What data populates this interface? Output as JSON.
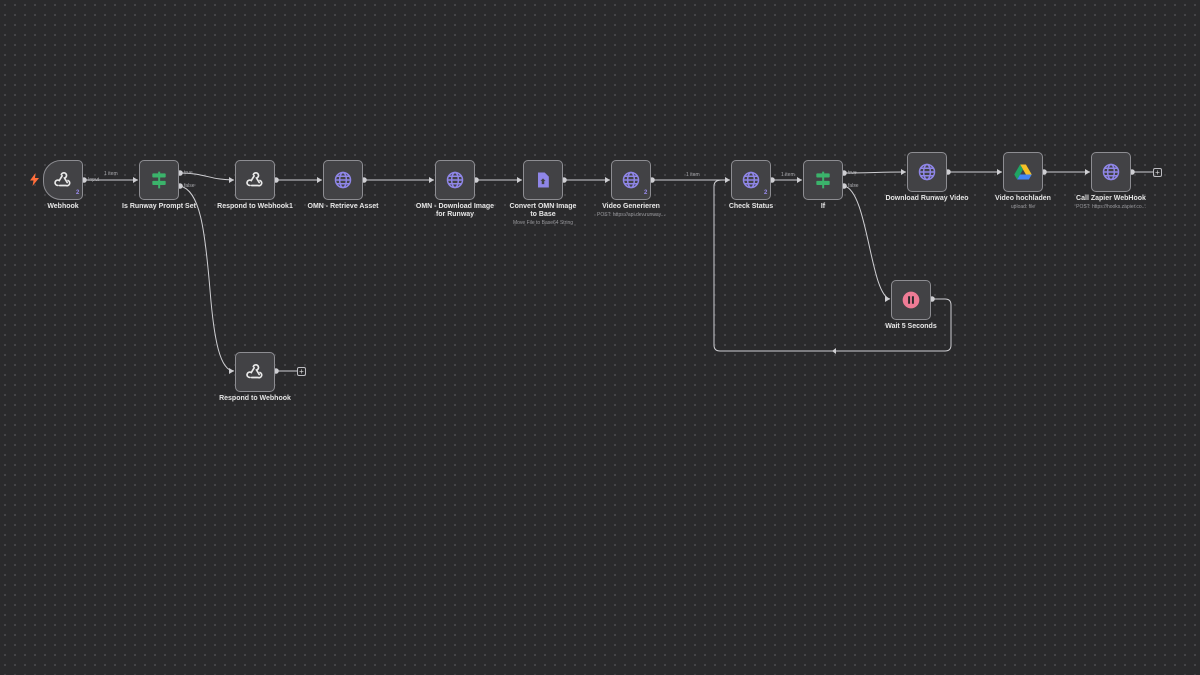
{
  "nodes": {
    "webhook": {
      "label": "Webhook",
      "icon": "webhook-icon"
    },
    "is_runway_prompt_set": {
      "label": "Is Runway Prompt Set",
      "icon": "if-branch-icon"
    },
    "respond_webhook1": {
      "label": "Respond to Webhook1",
      "icon": "webhook-icon"
    },
    "omn_retrieve_asset": {
      "label": "OMN - Retrieve Asset",
      "icon": "globe-icon"
    },
    "omn_download_image": {
      "label": "OMN - Download Image for Runway",
      "icon": "globe-icon"
    },
    "convert_omn_image": {
      "label": "Convert OMN Image to Base",
      "sublabel": "Move File to Base64 String",
      "icon": "convert-file-icon"
    },
    "video_generieren": {
      "label": "Video Generieren",
      "sublabel": "POST: https://api.dev.runway...",
      "icon": "globe-icon"
    },
    "check_status": {
      "label": "Check Status",
      "icon": "globe-icon"
    },
    "if": {
      "label": "If",
      "icon": "if-branch-icon"
    },
    "download_runway_video": {
      "label": "Download Runway Video",
      "icon": "globe-icon"
    },
    "video_hochladen": {
      "label": "Video hochladen",
      "sublabel": "upload: file",
      "icon": "google-drive-icon"
    },
    "call_zapier_webhook": {
      "label": "Call Zapier WebHook",
      "sublabel": "POST: https://hooks.zapier.co...",
      "icon": "globe-icon"
    },
    "wait_5_seconds": {
      "label": "Wait 5 Seconds",
      "icon": "pause-icon"
    },
    "respond_webhook": {
      "label": "Respond to Webhook",
      "icon": "webhook-icon"
    }
  },
  "edges": {
    "webhook_out": "1 item",
    "webhook_run": "Input",
    "if_true": "true",
    "if_false": "false",
    "video_to_check": "1 item",
    "check_to_if": "1 item",
    "if2_true": "true",
    "if2_false": "false"
  },
  "badges": {
    "webhook": "2",
    "video_generieren": "2",
    "check_status": "2"
  },
  "colors": {
    "canvas": "#2a2a2c",
    "node_bg": "#424245",
    "node_border": "#8d8d92",
    "connection": "#cfcfd3",
    "globe": "#8f86e8",
    "if_green": "#3bb36b",
    "convert_purple": "#8f86e8",
    "pause_pink": "#ee7b95",
    "trigger_orange": "#ff6d3a"
  }
}
